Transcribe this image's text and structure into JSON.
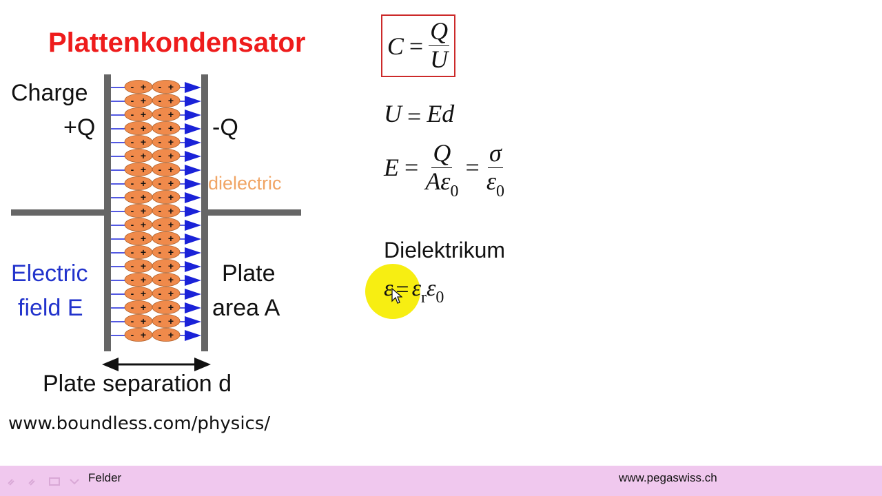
{
  "title": "Plattenkondensator",
  "diagram": {
    "charge_label": "Charge",
    "plus_q": "+Q",
    "minus_q": "-Q",
    "dielectric_label": "dielectric",
    "electric_field_line1": "Electric",
    "electric_field_line2": "field E",
    "plate_area_line1": "Plate",
    "plate_area_line2": "area A",
    "plate_separation": "Plate separation d",
    "dipole_minus": "-",
    "dipole_plus": "+"
  },
  "source_url": "www.boundless.com/physics/",
  "formulas": {
    "capacitance": {
      "lhs": "C",
      "eq": "=",
      "num": "Q",
      "den": "U"
    },
    "voltage": {
      "lhs": "U",
      "eq": "=",
      "rhs": "Ed"
    },
    "field": {
      "lhs": "E",
      "eq1": "=",
      "num1": "Q",
      "den1": "Aε",
      "den1_sub": "0",
      "eq2": "=",
      "num2": "σ",
      "den2": "ε",
      "den2_sub": "0"
    },
    "dielectric_heading": "Dielektrikum",
    "permittivity": {
      "lhs": "ε",
      "eq": "=",
      "r1": "ε",
      "r1_sub": "r",
      "r2": "ε",
      "r2_sub": "0"
    }
  },
  "footer": {
    "left": "Felder",
    "right": "www.pegaswiss.ch"
  },
  "colors": {
    "title": "#ee1c1c",
    "field_arrows": "#1a22d8",
    "dipole": "#f08a4b",
    "plate": "#666666",
    "footer": "#f0c8ee"
  }
}
